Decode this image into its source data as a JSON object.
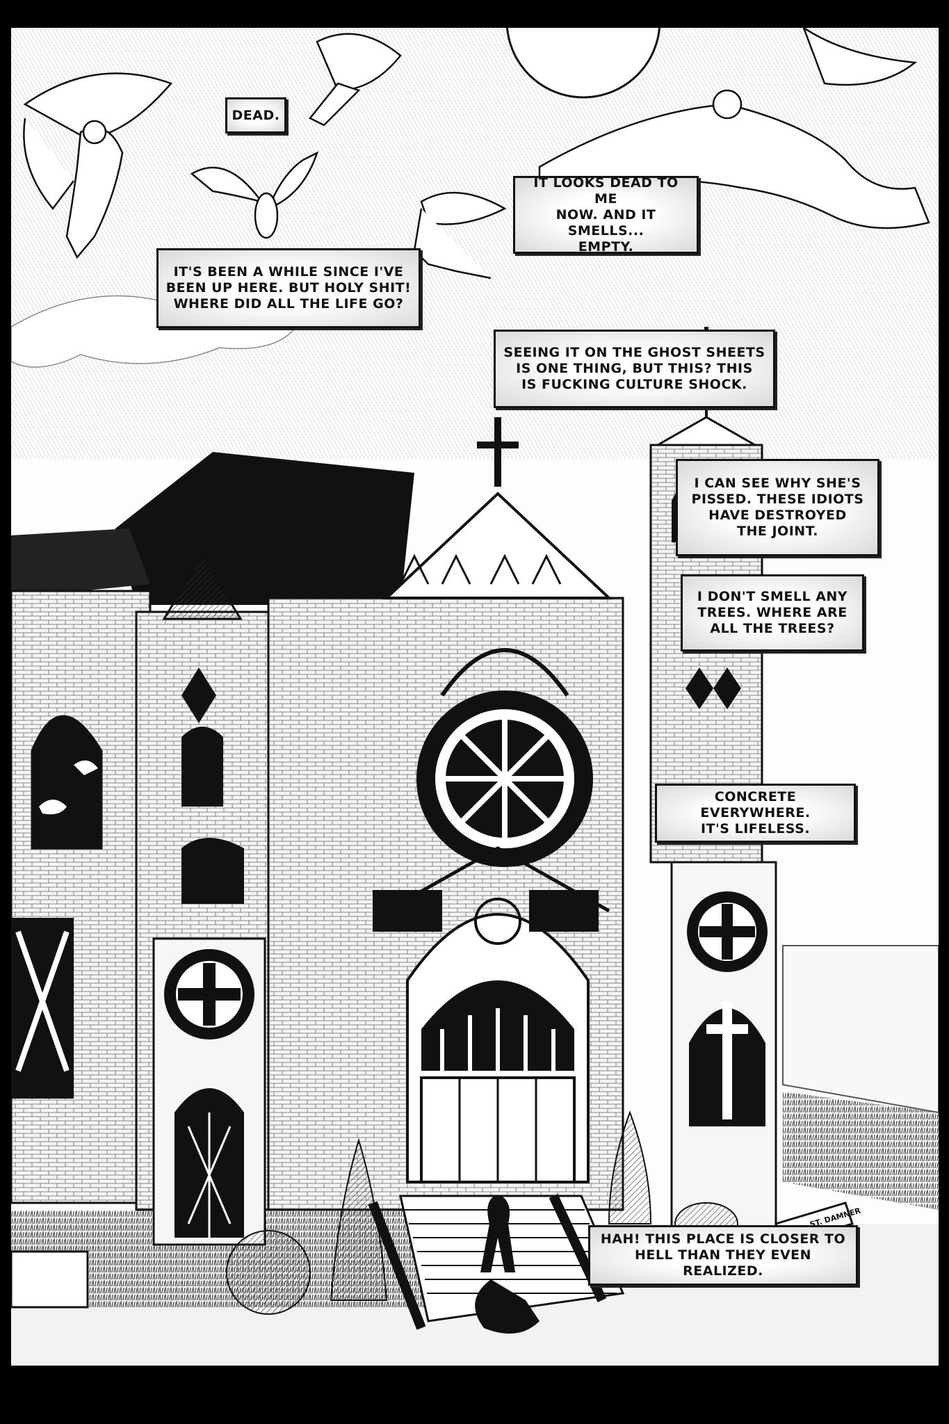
{
  "captions": {
    "c1": "DEAD.",
    "c2": "IT LOOKS DEAD TO ME\nNOW.  AND IT SMELLS...\nEMPTY.",
    "c3": "IT'S BEEN A WHILE SINCE I'VE\nBEEN UP HERE.  BUT HOLY SHIT!\nWHERE DID ALL THE LIFE GO?",
    "c4": "SEEING IT ON THE GHOST SHEETS\nIS ONE THING, BUT THIS?  THIS\nIS FUCKING CULTURE SHOCK.",
    "c5": "I CAN SEE WHY SHE'S\nPISSED.  THESE IDIOTS\nHAVE DESTROYED\nTHE JOINT.",
    "c6": "I DON'T SMELL ANY\nTREES.  WHERE ARE\nALL THE TREES?",
    "c7": "CONCRETE EVERYWHERE.\nIT'S LIFELESS.",
    "c8": "HAH!  THIS PLACE IS CLOSER TO\nHELL THAN THEY EVEN REALIZED."
  },
  "sign": {
    "text": "ST. DAMNER"
  }
}
